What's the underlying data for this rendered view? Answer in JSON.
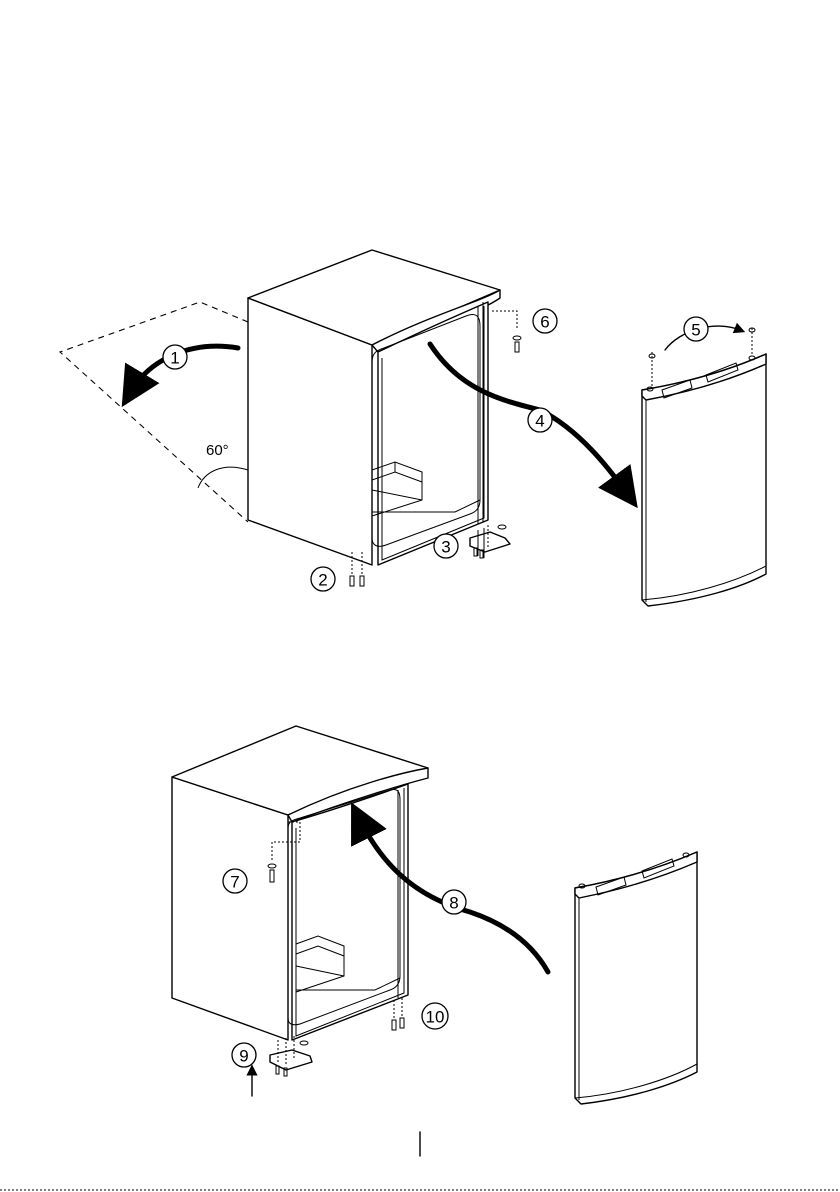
{
  "angle_label": "60°",
  "steps": [
    {
      "id": "1",
      "label": "1"
    },
    {
      "id": "2",
      "label": "2"
    },
    {
      "id": "3",
      "label": "3"
    },
    {
      "id": "4",
      "label": "4"
    },
    {
      "id": "5",
      "label": "5"
    },
    {
      "id": "6",
      "label": "6"
    },
    {
      "id": "7",
      "label": "7"
    },
    {
      "id": "8",
      "label": "8"
    },
    {
      "id": "9",
      "label": "9"
    },
    {
      "id": "10",
      "label": "10"
    }
  ]
}
